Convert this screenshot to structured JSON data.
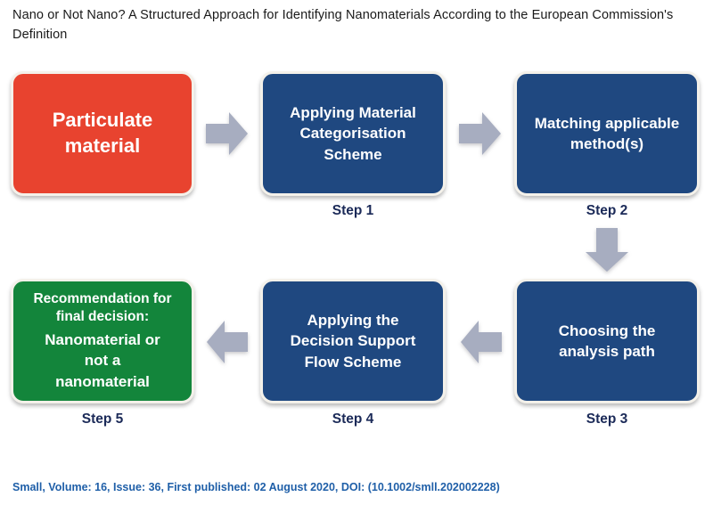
{
  "figure": {
    "title": "Nano or Not Nano? A Structured Approach for Identifying Nanomaterials According to the European Commission's Definition",
    "citation": "Small, Volume: 16, Issue: 36, First published: 02 August 2020, DOI: (10.1002/smll.202002228)"
  },
  "colors": {
    "start_box": "#e8432f",
    "process_box": "#1f4880",
    "result_box": "#13853b",
    "arrow": "#a7adc0",
    "caption_text": "#1b2a58",
    "citation_text": "#1f5fa8",
    "box_outline": "#f4f1ea"
  },
  "nodes": {
    "particulate": {
      "lines": [
        "Particulate",
        "material"
      ],
      "caption": ""
    },
    "step1": {
      "lines": [
        "Applying Material",
        "Categorisation",
        "Scheme"
      ],
      "caption": "Step 1"
    },
    "step2": {
      "lines": [
        "Matching applicable",
        "method(s)"
      ],
      "caption": "Step 2"
    },
    "step3": {
      "lines": [
        "Choosing the",
        "analysis path"
      ],
      "caption": "Step 3"
    },
    "step4": {
      "lines": [
        "Applying the",
        "Decision Support",
        "Flow Scheme"
      ],
      "caption": "Step 4"
    },
    "step5": {
      "lines_small": [
        "Recommendation for",
        "final decision:"
      ],
      "lines_large": [
        "Nanomaterial or",
        "not a",
        "nanomaterial"
      ],
      "caption": "Step 5"
    }
  },
  "arrows": [
    {
      "name": "arrow-particulate-to-step1",
      "direction": "right"
    },
    {
      "name": "arrow-step1-to-step2",
      "direction": "right"
    },
    {
      "name": "arrow-step2-to-step3",
      "direction": "down"
    },
    {
      "name": "arrow-step3-to-step4",
      "direction": "left"
    },
    {
      "name": "arrow-step4-to-step5",
      "direction": "left"
    }
  ]
}
